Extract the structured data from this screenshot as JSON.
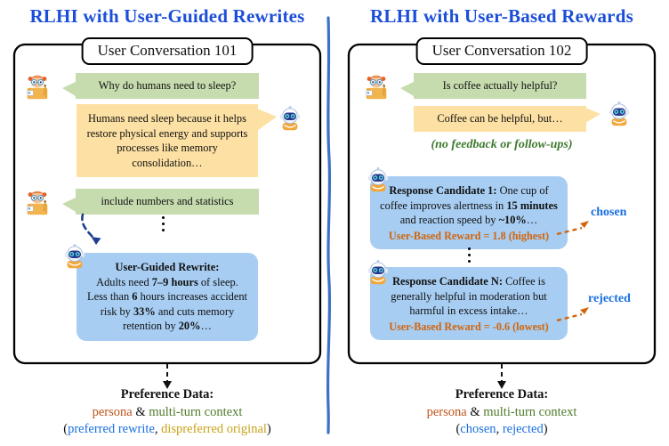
{
  "colors": {
    "title_blue": "#1c4fd8",
    "user_bubble_green": "#c6dcae",
    "assistant_bubble_yellow": "#fde1a4",
    "rewrite_bubble_blue": "#a7cdf2",
    "persona_orange": "#c0531a",
    "context_green": "#4f7a2a",
    "preferred_blue": "#1a6fe0",
    "dispreferred_gold": "#c9a21a",
    "reward_orange": "#d2650c",
    "divider_blue": "#3b72c4"
  },
  "left": {
    "title": "RLHI with User-Guided Rewrites",
    "conversation_label": "User Conversation 101",
    "turns": [
      {
        "role": "user",
        "text": "Why do humans need to sleep?"
      },
      {
        "role": "assistant",
        "text": "Humans need sleep because it helps restore physical energy and supports processes like memory consolidation…"
      },
      {
        "role": "user",
        "text": "include numbers and statistics"
      }
    ],
    "rewrite": {
      "heading": "User-Guided Rewrite:",
      "body_plain": "Adults need 7–9 hours of sleep. Less than 6 hours increases accident risk by 33% and cuts memory retention by 20%…",
      "body_parts": [
        {
          "t": "Adults need ",
          "b": false
        },
        {
          "t": "7–9 hours",
          "b": true
        },
        {
          "t": " of sleep. Less than ",
          "b": false
        },
        {
          "t": "6",
          "b": true
        },
        {
          "t": " hours increases accident risk by ",
          "b": false
        },
        {
          "t": "33%",
          "b": true
        },
        {
          "t": " and cuts memory retention by ",
          "b": false
        },
        {
          "t": "20%",
          "b": true
        },
        {
          "t": "…",
          "b": false
        }
      ]
    },
    "preference": {
      "title": "Preference Data:",
      "persona": "persona",
      "amp": " & ",
      "context": "multi-turn context",
      "open_paren": "(",
      "item_a": "preferred rewrite",
      "comma": ", ",
      "item_b": "dispreferred original",
      "close_paren": ")"
    }
  },
  "right": {
    "title": "RLHI with User-Based Rewards",
    "conversation_label": "User Conversation 102",
    "turns": [
      {
        "role": "user",
        "text": "Is coffee actually helpful?"
      },
      {
        "role": "assistant",
        "text": "Coffee can be helpful, but…"
      }
    ],
    "no_feedback_note": "(no feedback or follow-ups)",
    "candidates": [
      {
        "heading": "Response Candidate 1:",
        "body_plain": " One cup of coffee improves alertness in 15 minutes and reaction speed by ~10%…",
        "body_parts": [
          {
            "t": " One cup of coffee improves alertness in ",
            "b": false
          },
          {
            "t": "15 minutes",
            "b": true
          },
          {
            "t": " and reaction speed by ",
            "b": false
          },
          {
            "t": "~10%",
            "b": true
          },
          {
            "t": "…",
            "b": false
          }
        ],
        "reward": "User-Based Reward = 1.8 (highest)",
        "reward_value": 1.8,
        "reward_rank": "highest",
        "verdict": "chosen"
      },
      {
        "heading": "Response Candidate N:",
        "body_plain": " Coffee is generally helpful in moderation but harmful in excess intake…",
        "body_parts": [
          {
            "t": " Coffee is generally helpful in moderation but harmful in excess intake…",
            "b": false
          }
        ],
        "reward": "User-Based Reward = -0.6 (lowest)",
        "reward_value": -0.6,
        "reward_rank": "lowest",
        "verdict": "rejected"
      }
    ],
    "preference": {
      "title": "Preference Data:",
      "persona": "persona",
      "amp": " & ",
      "context": "multi-turn context",
      "open_paren": "(",
      "item_a": "chosen",
      "comma": ", ",
      "item_b": "rejected",
      "close_paren": ")"
    }
  },
  "icons": {
    "user_avatar": "user-scientist-avatar-icon",
    "robot_avatar": "robot-avatar-icon",
    "ellipsis": "vertical-ellipsis-icon",
    "flow_arrow": "dashed-down-arrow-icon",
    "rewrite_arrow": "dashed-curved-arrow-icon",
    "verdict_arrow": "dashed-orange-arrow-icon",
    "divider": "hand-drawn-vertical-divider-icon"
  }
}
